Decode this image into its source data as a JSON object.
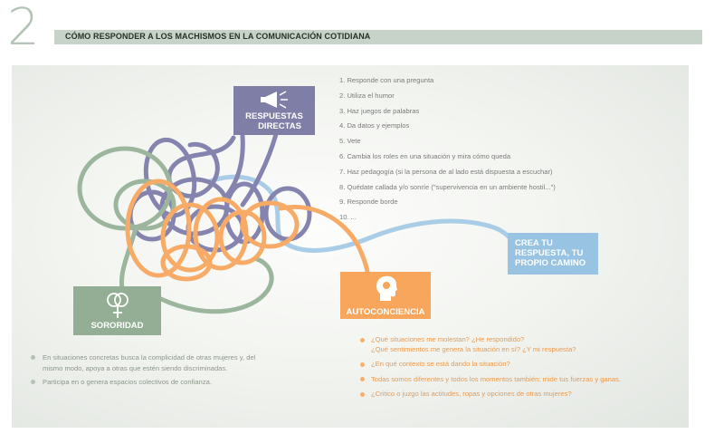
{
  "header": {
    "chapter_number": "2",
    "title": "CÓMO RESPONDER A LOS MACHISMOS EN LA COMUNICACIÓN COTIDIANA"
  },
  "nodes": {
    "respuestas": {
      "label_line1": "RESPUESTAS",
      "label_line2": "DIRECTAS",
      "icon": "megaphone-icon",
      "color": "#7f7ea6"
    },
    "crea": {
      "label_line1": "CREA TU",
      "label_line2": "RESPUESTA, TU",
      "label_line3": "PROPIO CAMINO",
      "color": "#98c3e2"
    },
    "sororidad": {
      "label": "SORORIDAD",
      "icon": "female-symbols-icon",
      "color": "#94ae95"
    },
    "autoconciencia": {
      "label": "AUTOCONCIENCIA",
      "icon": "head-profile-icon",
      "color": "#f7a65b"
    }
  },
  "respuestas_list": [
    "1. Responde con una pregunta",
    "2. Utiliza el humor",
    "3. Haz juegos de palabras",
    "4. Da datos y ejemplos",
    "5. Vete",
    "6. Cambia los roles en una situación y mira cómo queda",
    "7. Haz pedagogía (si la persona de al lado está dispuesta a escuchar)",
    "8. Quédate callada y/o sonríe (\"supervivencia en un ambiente hostil...\")",
    "9. Responde borde",
    "10. ..."
  ],
  "sororidad_list": [
    "En situaciones concretas busca la complicidad de otras mujeres y, del mismo modo, apoya a otras que estén siendo discriminadas.",
    "Participa en o genera espacios colectivos de confianza."
  ],
  "autoconciencia_list": {
    "q1_line1": "¿Qué situaciones me molestan? ¿He respondido?",
    "q1_line2": "¿Qué sentimientos me genera la situación en sí? ¿Y mi respuesta?",
    "q2": "¿En qué contexto se está dando la situación?",
    "q3": "Todas somos diferentes y todos los momentos también: mide tus fuerzas y ganas.",
    "q4": "¿Critico o juzgo las actitudes, ropas y opciones de otras mujeres?"
  },
  "colors": {
    "purple": "#7f7ea6",
    "blue": "#98c3e2",
    "green": "#94ae95",
    "orange": "#f7a65b",
    "title_bar": "#c7d3c8"
  }
}
